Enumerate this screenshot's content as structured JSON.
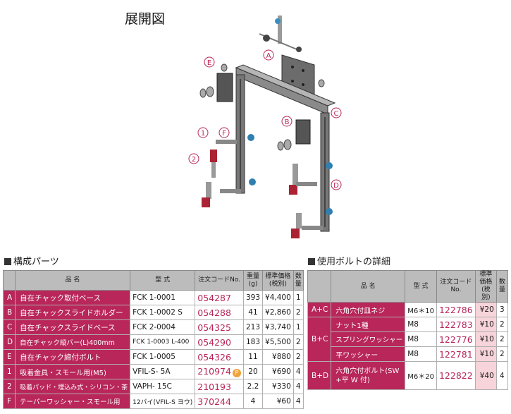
{
  "page_title": "展開図",
  "diagram_labels": [
    "A",
    "B",
    "C",
    "D",
    "E",
    "F",
    "1",
    "2"
  ],
  "parts": {
    "title": "構成パーツ",
    "headers": [
      "品 名",
      "型 式",
      "注文コードNo.",
      "重量(g)",
      "標準価格(税別)",
      "数量"
    ],
    "rows": [
      {
        "key": "A",
        "name": "自在チャック取付ベース",
        "model": "FCK 1-0001",
        "code": "054287",
        "weight": "393",
        "price": "¥4,400",
        "qty": "1"
      },
      {
        "key": "B",
        "name": "自在チャックスライドホルダー",
        "model": "FCK 1-0002 S",
        "code": "054288",
        "weight": "41",
        "price": "¥2,860",
        "qty": "2"
      },
      {
        "key": "C",
        "name": "自在チャックスライドベース",
        "model": "FCK 2-0004",
        "code": "054325",
        "weight": "213",
        "price": "¥3,740",
        "qty": "1"
      },
      {
        "key": "D",
        "name": "自在チャック縦バー(L)400mm",
        "model": "FCK 1-0003 L-400",
        "code": "054290",
        "weight": "183",
        "price": "¥5,500",
        "qty": "2"
      },
      {
        "key": "E",
        "name": "自在チャック締付ボルト",
        "model": "FCK 1-0005",
        "code": "054326",
        "weight": "11",
        "price": "¥880",
        "qty": "2"
      },
      {
        "key": "1",
        "name": "吸着金具・スモール用(M5)",
        "model": "VFIL-S- 5A",
        "code": "210974",
        "badge": "P",
        "weight": "20",
        "price": "¥690",
        "qty": "4"
      },
      {
        "key": "2",
        "name": "吸着パッド・埋込み式・シリコン・茶",
        "model": "VAPH- 15C",
        "code": "210193",
        "weight": "2.2",
        "price": "¥330",
        "qty": "4"
      },
      {
        "key": "F",
        "name": "テーパーワッシャー・スモール用",
        "model": "12パイ(VFIL-S ヨウ)",
        "code": "370244",
        "weight": "4",
        "price": "¥60",
        "qty": "4"
      }
    ]
  },
  "bolts": {
    "title": "使用ボルトの詳細",
    "headers": [
      "品 名",
      "型 式",
      "注文コードNo.",
      "標準価格(税別)",
      "数量"
    ],
    "rows": [
      {
        "key": "A+C",
        "name": "六角穴付皿ネジ",
        "model": "M6＊10",
        "code": "122786",
        "price": "¥20",
        "qty": "3"
      },
      {
        "key": "B+C",
        "name": "ナット1種",
        "model": "M8",
        "code": "122783",
        "price": "¥10",
        "qty": "2"
      },
      {
        "key": "",
        "name": "スプリングワッシャー",
        "model": "M8",
        "code": "122776",
        "price": "¥10",
        "qty": "2"
      },
      {
        "key": "",
        "name": "平ワッシャー",
        "model": "M8",
        "code": "122781",
        "price": "¥10",
        "qty": "2"
      },
      {
        "key": "B+D",
        "name": "六角穴付ボルト(SW +平 W 付)",
        "model": "M6＊20",
        "code": "122822",
        "price": "¥40",
        "qty": "4"
      }
    ]
  },
  "colors": {
    "accent": "#b8265a",
    "header_gray": "#bcbcbc",
    "price_pink": "#f7d4d9",
    "badge": "#f0a23a"
  }
}
